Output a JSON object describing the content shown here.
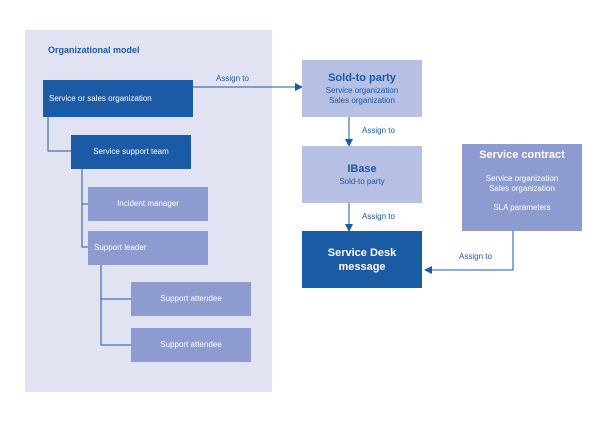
{
  "org_model": {
    "title": "Organizational model",
    "service_org": "Service or sales organization",
    "support_team": "Service support team",
    "incident_manager": "Incident manager",
    "support_leader": "Support leader",
    "support_attendee_1": "Support attendee",
    "support_attendee_2": "Support attendee"
  },
  "sold_to_party": {
    "title": "Sold-to party",
    "line1": "Service organization",
    "line2": "Sales organization"
  },
  "ibase": {
    "title": "IBase",
    "line1": "Sold-to party"
  },
  "service_desk": {
    "line1": "Service Desk",
    "line2": "message"
  },
  "service_contract": {
    "title": "Service contract",
    "line1": "Service organization",
    "line2": "Sales organization",
    "line3": "SLA parameters"
  },
  "labels": {
    "assign_top": "Assign to",
    "assign_mid1": "Assign to",
    "assign_mid2": "Assign to",
    "assign_contract": "Assign to"
  },
  "colors": {
    "dark_blue": "#1b5aa5",
    "medium_blue": "#8d9bd0",
    "pale_blue": "#b5c0e4",
    "panel_bg": "#e1e3f2"
  }
}
